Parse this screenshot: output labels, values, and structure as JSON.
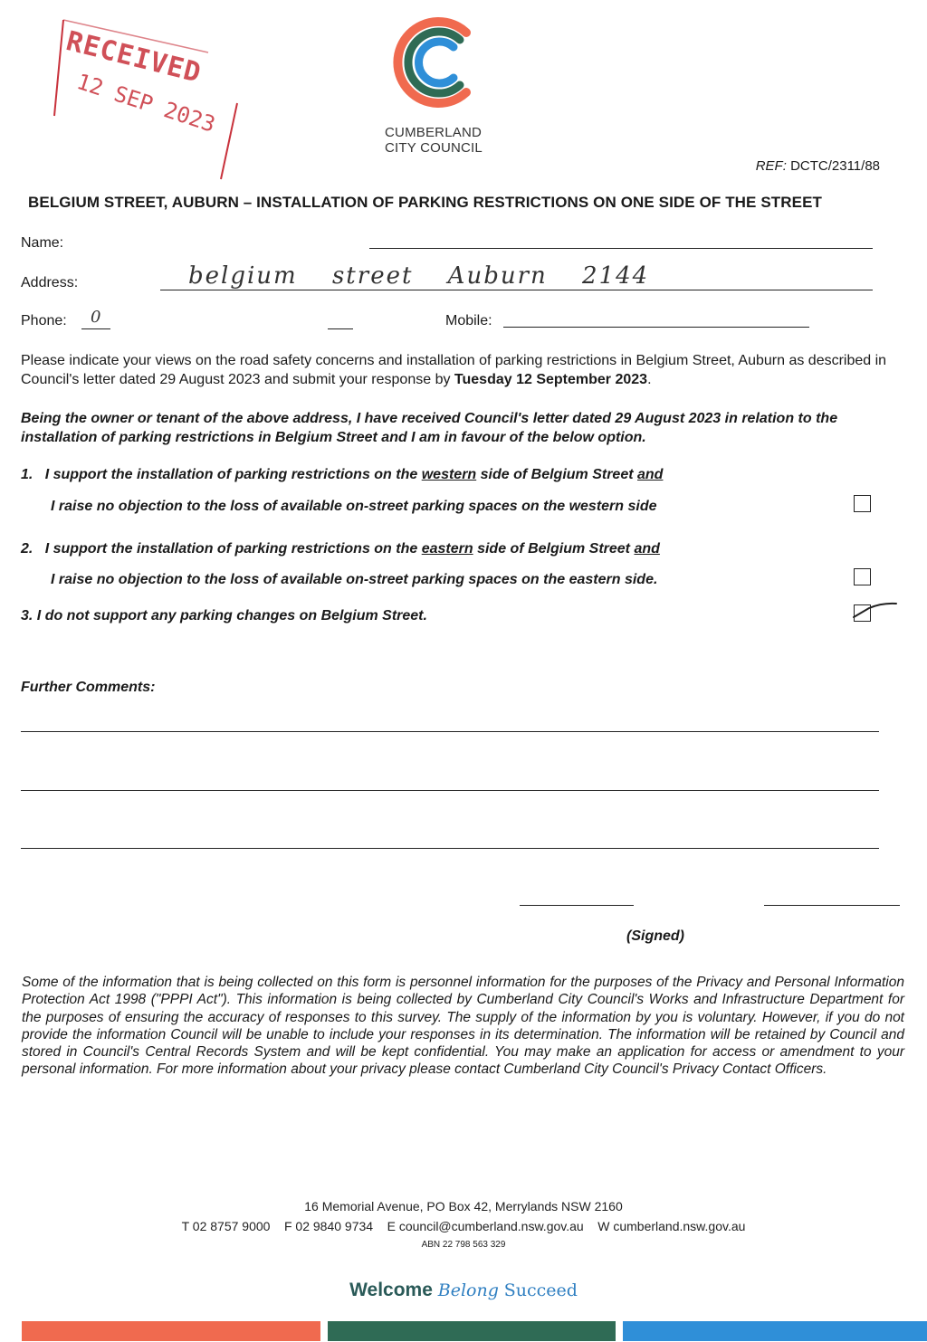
{
  "stamp": {
    "line1": "RECEIVED",
    "line2": "12 SEP 2023"
  },
  "logo": {
    "line1": "CUMBERLAND",
    "line2": "CITY COUNCIL"
  },
  "ref": {
    "label": "REF:",
    "value": "DCTC/2311/88"
  },
  "title": "BELGIUM STREET, AUBURN – INSTALLATION OF PARKING RESTRICTIONS ON ONE SIDE OF THE STREET",
  "fields": {
    "name_label": "Name:",
    "address_label": "Address:",
    "address_value": "belgium  street  Auburn  2144",
    "phone_label": "Phone:",
    "phone_value": "0",
    "mobile_label": "Mobile:"
  },
  "intro": {
    "text": "Please indicate your views on the road safety concerns and installation of parking restrictions in Belgium Street, Auburn as described in Council's letter dated 29 August 2023 and submit your response by ",
    "deadline": "Tuesday 12 September 2023",
    "end": "."
  },
  "declaration": "Being the owner or tenant of the above address, I have received Council's letter dated 29 August 2023 in relation to the installation of parking restrictions in Belgium Street and I am in favour of the below option.",
  "options": [
    {
      "num": "1.",
      "a": "I support the installation of parking restrictions on the ",
      "side": "western",
      "b": " side of Belgium Street ",
      "and": "and",
      "line2": "I raise no objection to the loss of available on-street parking spaces on the western side",
      "checked": false
    },
    {
      "num": "2.",
      "a": "I support the installation of parking restrictions on the ",
      "side": "eastern",
      "b": " side of Belgium Street ",
      "and": "and",
      "line2": "I raise no objection to the loss of available on-street parking spaces on the eastern side.",
      "checked": false
    },
    {
      "num": "3.",
      "text": "I do not support any parking changes on Belgium Street.",
      "checked": true
    }
  ],
  "comments_label": "Further Comments:",
  "signed_label": "(Signed)",
  "privacy": "Some of the information that is being collected on this form is personnel information for the purposes of the Privacy and Personal Information Protection Act 1998 (\"PPPI Act\"). This information is being collected by Cumberland City Council's Works and Infrastructure Department for the purposes of ensuring the accuracy of responses to this survey. The supply of the information by you is voluntary. However, if you do not provide the information Council will be unable to include your responses in its determination. The information will be retained by Council and stored in Council's Central Records System and will be kept confidential. You may make an application for access or amendment to your personal information. For more information about your privacy please contact Cumberland City Council's Privacy Contact Officers.",
  "footer": {
    "address": "16 Memorial Avenue, PO Box 42, Merrylands NSW 2160",
    "contacts": "T 02 8757 9000    F 02 9840 9734    E council@cumberland.nsw.gov.au    W cumberland.nsw.gov.au",
    "abn": "ABN 22 798 563 329"
  },
  "tagline": {
    "welcome": "Welcome",
    "belong": "Belong",
    "succeed": "Succeed"
  },
  "colors": {
    "stamp": "#c8323c",
    "orange": "#f06a4f",
    "green": "#2f6b55",
    "blue": "#2f8fd8"
  }
}
